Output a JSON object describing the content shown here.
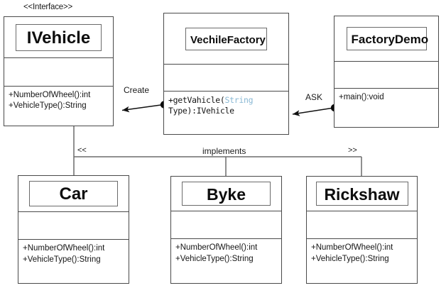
{
  "diagram": {
    "kind": "uml-class-diagram",
    "title": "Factory Pattern UML Class Diagram",
    "background": "#ffffff",
    "line_color": "#4a4a4a",
    "text_color": "#151515",
    "type_token_color": "#89b8d4"
  },
  "classes": {
    "ivehicle": {
      "stereotype": "<<Interface>>",
      "name": "IVehicle",
      "attributes": [],
      "methods": [
        "+NumberOfWheel():int",
        "+VehicleType():String"
      ]
    },
    "vechilefactory": {
      "name": "VechileFactory",
      "attributes": [],
      "method_line1_prefix": "+getVahicle(",
      "method_line1_type": "String",
      "method_line2": "Type):IVehicle"
    },
    "factorydemo": {
      "name": "FactoryDemo",
      "attributes": [],
      "methods": [
        "+main():void"
      ]
    },
    "car": {
      "name": "Car",
      "attributes": [],
      "methods": [
        "+NumberOfWheel():int",
        "+VehicleType():String"
      ]
    },
    "byke": {
      "name": "Byke",
      "attributes": [],
      "methods": [
        "+NumberOfWheel():int",
        "+VehicleType():String"
      ]
    },
    "rickshaw": {
      "name": "Rickshaw",
      "attributes": [],
      "methods": [
        "+NumberOfWheel():int",
        "+VehicleType():String"
      ]
    }
  },
  "relations": {
    "create": {
      "label": "Create",
      "from": "VechileFactory",
      "to": "IVehicle",
      "style": "solid-arrow"
    },
    "ask": {
      "label": "ASK",
      "from": "FactoryDemo",
      "to": "VechileFactory",
      "style": "solid-arrow"
    },
    "implements": {
      "label": "implements",
      "open_guillemet": "<<",
      "close_guillemet": ">>",
      "from": "IVehicle",
      "to": [
        "Car",
        "Byke",
        "Rickshaw"
      ],
      "style": "solid-tree"
    }
  }
}
